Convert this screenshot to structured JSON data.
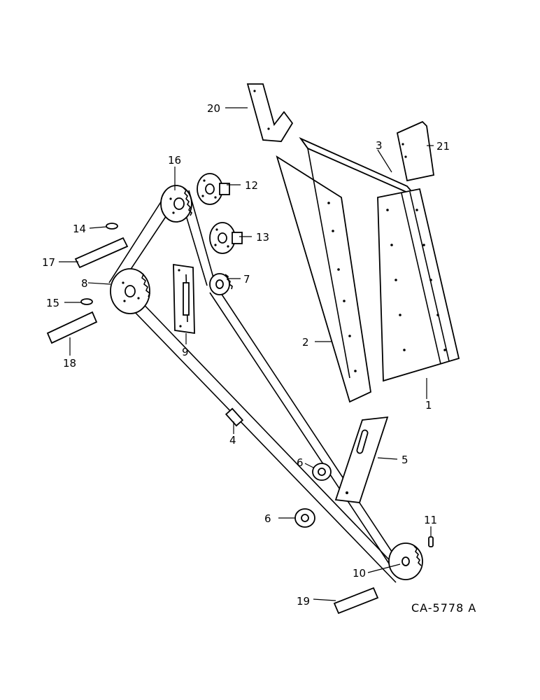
{
  "callouts": {
    "p1": "1",
    "p2": "2",
    "p3": "3",
    "p4": "4",
    "p5": "5",
    "p6a": "6",
    "p6b": "6",
    "p7": "7",
    "p8": "8",
    "p9": "9",
    "p10": "10",
    "p11": "11",
    "p12": "12",
    "p13": "13",
    "p14": "14",
    "p15": "15",
    "p16": "16",
    "p17": "17",
    "p18": "18",
    "p19": "19",
    "p20": "20",
    "p21": "21"
  },
  "drawing_code": "CA-5778 A"
}
